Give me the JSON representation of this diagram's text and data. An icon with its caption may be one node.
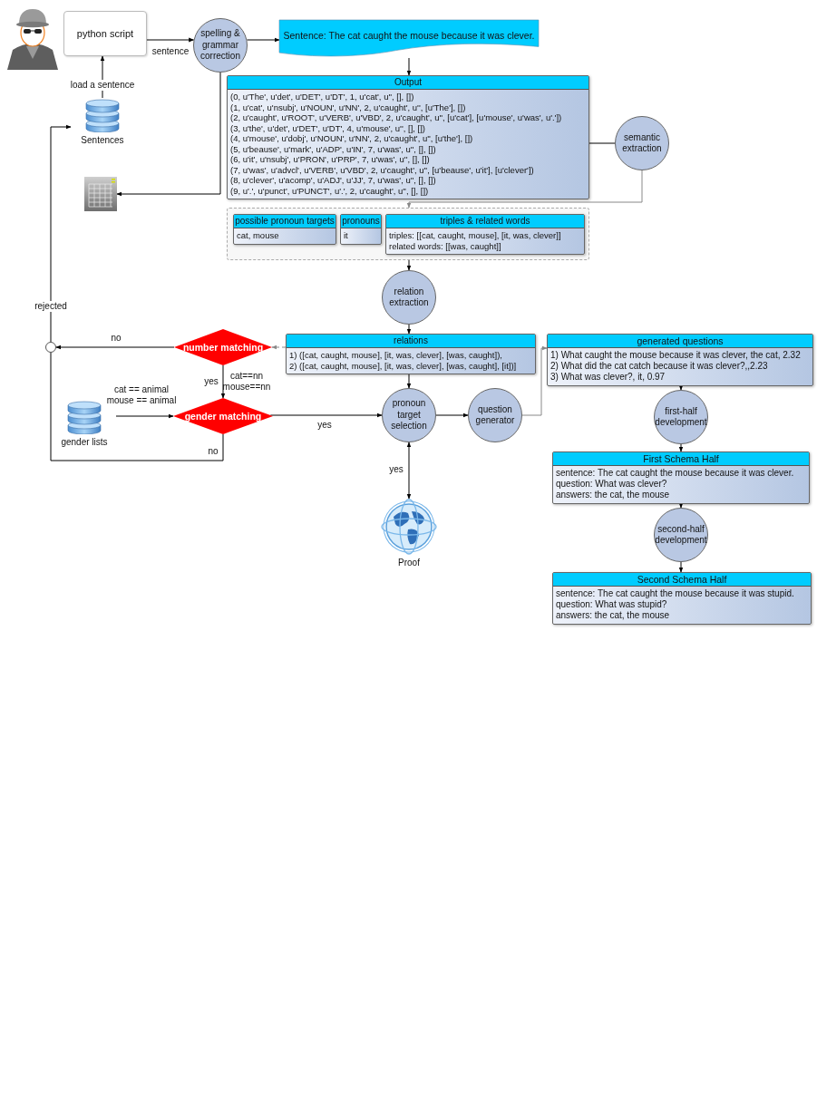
{
  "diagram": {
    "nodes": [
      {
        "text": [],
        "shape": "person"
      },
      {
        "text": [
          "python script"
        ]
      },
      {
        "text": [
          "spelling & grammar correction"
        ]
      },
      {
        "text": [
          "Sentence: The cat caught the mouse because it was clever."
        ]
      },
      {
        "text": [
          "Sentences"
        ]
      },
      {
        "text": [],
        "shape": "picture"
      },
      {
        "text": [
          "Output",
          "(0, u'The', u'det', u'DET', u'DT', 1, u'cat', u'', [], [])",
          "(1, u'cat', u'nsubj', u'NOUN', u'NN', 2, u'caught', u'', [u'The'], [])",
          "(2, u'caught', u'ROOT', u'VERB', u'VBD', 2, u'caught', u'', [u'cat'], [u'mouse', u'was', u'.'])",
          "(3, u'the', u'det', u'DET', u'DT', 4, u'mouse', u'', [], [])",
          "(4, u'mouse', u'dobj', u'NOUN', u'NN', 2, u'caught', u'', [u'the'], [])",
          "(5, u'beause', u'mark', u'ADP', u'IN', 7, u'was', u'', [], [])",
          "(6, u'it', u'nsubj', u'PRON', u'PRP', 7, u'was', u'', [], [])",
          "(7, u'was', u'advcl', u'VERB', u'VBD', 2, u'caught', u'', [u'beause', u'it'], [u'clever'])",
          "(8, u'clever', u'acomp', u'ADJ', u'JJ', 7, u'was', u'', [], [])",
          "(9, u'.', u'punct', u'PUNCT', u'.', 2, u'caught', u'', [], [])"
        ]
      },
      {
        "text": [
          "semantic extraction"
        ]
      },
      {
        "text": [],
        "shape": "box"
      },
      {
        "text": [
          "possible pronoun targets",
          "cat, mouse"
        ],
        "in": 8
      },
      {
        "text": [
          "pronouns",
          "it"
        ],
        "in": 8
      },
      {
        "text": [
          "triples & related words",
          "triples: [[cat, caught, mouse], [it, was, clever]]",
          "related words: [[was, caught]]"
        ],
        "in": 8
      },
      {
        "text": [
          "relation extraction"
        ]
      },
      {
        "text": [
          "relations",
          "1) ([cat, caught, mouse], [it, was, clever], [was, caught]),",
          "2) ([cat, caught, mouse], [it, was, clever], [was, caught], [it])]"
        ]
      },
      {
        "text": [
          "number matching"
        ]
      },
      {
        "text": [
          "gender matching"
        ]
      },
      {
        "text": [],
        "shape": "circle"
      },
      {
        "text": [
          "gender lists"
        ]
      },
      {
        "text": [
          "pronoun target selection"
        ]
      },
      {
        "text": [
          "question generator"
        ]
      },
      {
        "text": [
          "Proof"
        ]
      },
      {
        "text": [
          "generated questions",
          "1) What caught the mouse because it was clever, the cat, 2.32",
          "2) What did the cat catch because it was clever?,,2.23",
          "3) What was clever?, it, 0.97"
        ]
      },
      {
        "text": [
          "first-half development"
        ]
      },
      {
        "text": [
          "First Schema Half",
          "sentence: The cat caught the mouse because it was clever.",
          "question: What was clever?",
          "answers: the cat, the mouse"
        ]
      },
      {
        "text": [
          "second-half development"
        ]
      },
      {
        "text": [
          "Second Schema Half",
          "sentence: The cat caught the mouse because it was stupid.",
          "question: What was stupid?",
          "answers: the cat, the mouse"
        ]
      }
    ],
    "edges": [
      {
        "from": 1,
        "to": 2,
        "arrow": "to",
        "label": "sentence"
      },
      {
        "from": 2,
        "to": 3,
        "arrow": "to"
      },
      {
        "from": 4,
        "to": 1,
        "arrow": "to",
        "label": "load a sentence"
      },
      {
        "from": 2,
        "to": 5,
        "arrow": "to"
      },
      {
        "from": 3,
        "to": 6,
        "arrow": "to"
      },
      {
        "from": 6,
        "to": 7,
        "arrow": "none"
      },
      {
        "from": 7,
        "to": 8,
        "arrow": "to",
        "color": "#888888"
      },
      {
        "from": 8,
        "to": 12,
        "arrow": "to"
      },
      {
        "from": 12,
        "to": 13,
        "arrow": "to"
      },
      {
        "from": 13,
        "to": 14,
        "arrow": "to",
        "style": "dashed",
        "color": "#888888"
      },
      {
        "from": 14,
        "to": 16,
        "arrow": "to",
        "label": "no"
      },
      {
        "from": 14,
        "to": 15,
        "arrow": "to",
        "label": "yes"
      },
      {
        "from": 17,
        "to": 15,
        "arrow": "to",
        "label": "cat == animal mouse == animal"
      },
      {
        "from": 15,
        "to": 18,
        "arrow": "to",
        "label": "yes"
      },
      {
        "from": 15,
        "to": 16,
        "arrow": "none",
        "label": "no"
      },
      {
        "from": 16,
        "to": 4,
        "arrow": "to",
        "label": "rejected"
      },
      {
        "from": 13,
        "to": 18,
        "arrow": "to"
      },
      {
        "from": 18,
        "to": 19,
        "arrow": "to"
      },
      {
        "from": 18,
        "to": 20,
        "arrow": "both",
        "label": "yes"
      },
      {
        "from": 19,
        "to": 21,
        "arrow": "to",
        "color": "#888888"
      },
      {
        "from": 21,
        "to": 22,
        "arrow": "to"
      },
      {
        "from": 22,
        "to": 23,
        "arrow": "to"
      },
      {
        "from": 23,
        "to": 24,
        "arrow": "to"
      },
      {
        "from": 24,
        "to": 25,
        "arrow": "to"
      }
    ],
    "labels": [
      "cat==nn mouse==nn"
    ]
  }
}
